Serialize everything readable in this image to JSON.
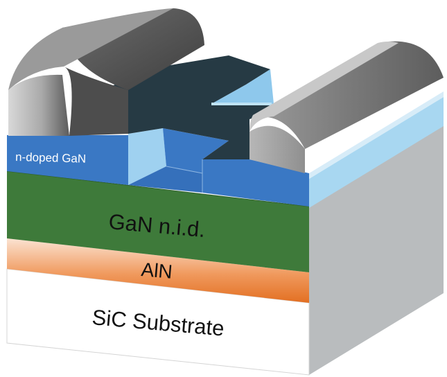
{
  "labels": {
    "n_doped": "n-doped GaN",
    "gan_nid": "GaN n.i.d.",
    "aln": "AlN",
    "substrate": "SiC Substrate"
  },
  "colors": {
    "n_doped_front": "#3a78c4",
    "n_doped_light": "#8ec8ec",
    "gan_nid": "#3e7a3a",
    "aln_orange": "#e9762d",
    "substrate_side": "#b9bcbe",
    "channel_dark": "#263a44",
    "contact_gray": "#8a8a8a"
  }
}
